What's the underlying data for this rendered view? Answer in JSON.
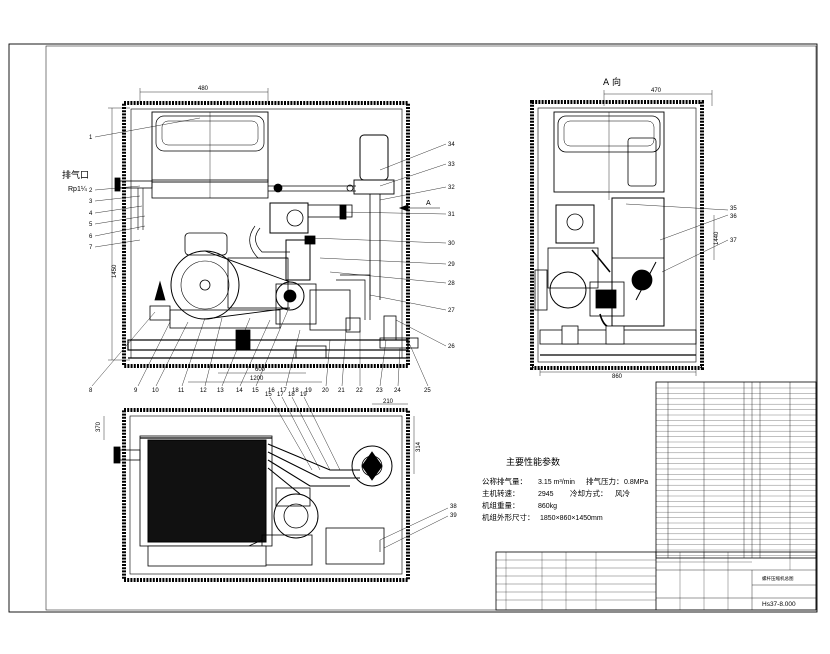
{
  "view_label_side": "A 向",
  "view_arrow_label": "A",
  "exhaust_port_label": "排气口",
  "thread_label": "Rp1¼",
  "dims": {
    "front_top_width": "480",
    "front_base_a": "600",
    "front_base_b": "1200",
    "front_height": "1450",
    "side_top": "470",
    "side_base": "860",
    "side_mid_height": "1440",
    "plan_offset": "210",
    "plan_left": "370",
    "plan_right": "314"
  },
  "front_callouts": [
    "1",
    "2",
    "3",
    "4",
    "5",
    "6",
    "7",
    "8",
    "9",
    "10",
    "11",
    "12",
    "13",
    "14",
    "15",
    "16",
    "17",
    "18",
    "19",
    "20",
    "21",
    "22",
    "23",
    "24",
    "25",
    "26",
    "27",
    "28",
    "29",
    "30",
    "31",
    "32",
    "33",
    "34"
  ],
  "side_callouts": [
    "35",
    "36",
    "37"
  ],
  "plan_callouts": [
    "15",
    "17",
    "18",
    "19",
    "38",
    "39"
  ],
  "specs": {
    "title": "主要性能参数",
    "r1_label": "公称排气量：",
    "r1_value": "3.15 m³/min",
    "r1b_label": "排气压力：",
    "r1b_value": "0.8MPa",
    "r2_label": "主机转速：",
    "r2_value": "2945",
    "r2b_label": "冷却方式：",
    "r2b_value": "风冷",
    "r3_label": "机组重量：",
    "r3_value": "860kg",
    "r4_label": "机组外形尺寸：",
    "r4_value": "1850×860×1450mm"
  },
  "title_block": {
    "drawing_number": "Hs37-8.000",
    "drawing_name": "螺杆压缩机总图"
  }
}
